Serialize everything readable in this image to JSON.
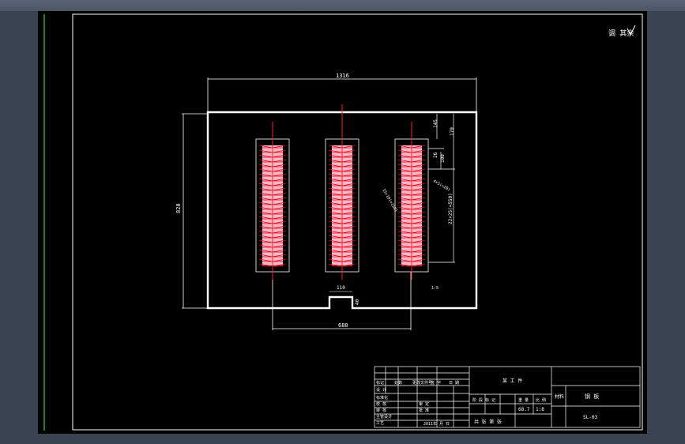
{
  "drawing": {
    "roughness_note": "调 其余",
    "dimensions": {
      "overall_width": "1316",
      "overall_height": "820",
      "slot_spacing": "680",
      "slot_width": "110",
      "slot_depth": "40",
      "right_top_1": "145",
      "right_top_2": "170",
      "right_small_1": "26",
      "right_small_2": "100",
      "right_long": "22×25(=550)",
      "left_angled": "15×10(=150)",
      "right_angled": "4×5(=20)",
      "inner_note": "1:5"
    },
    "title_block": {
      "project": "某 工 件",
      "part_name": "钢 板",
      "drawing_no": "SL-03",
      "row_headers": [
        "标记",
        "处数",
        "更改文件号",
        "签 字",
        "日 期"
      ],
      "roles": [
        "设 计",
        "标准化",
        "校 核",
        "审 核",
        "主管设计",
        "工艺",
        "审 定",
        "批 准"
      ],
      "columns": [
        "阶 段 标 记",
        "重 量",
        "比 例"
      ],
      "weight": "68.7",
      "scale": "1:8",
      "sheet": "共  张  第  张",
      "date": "2011年  月  日",
      "material_label": "材料"
    }
  }
}
